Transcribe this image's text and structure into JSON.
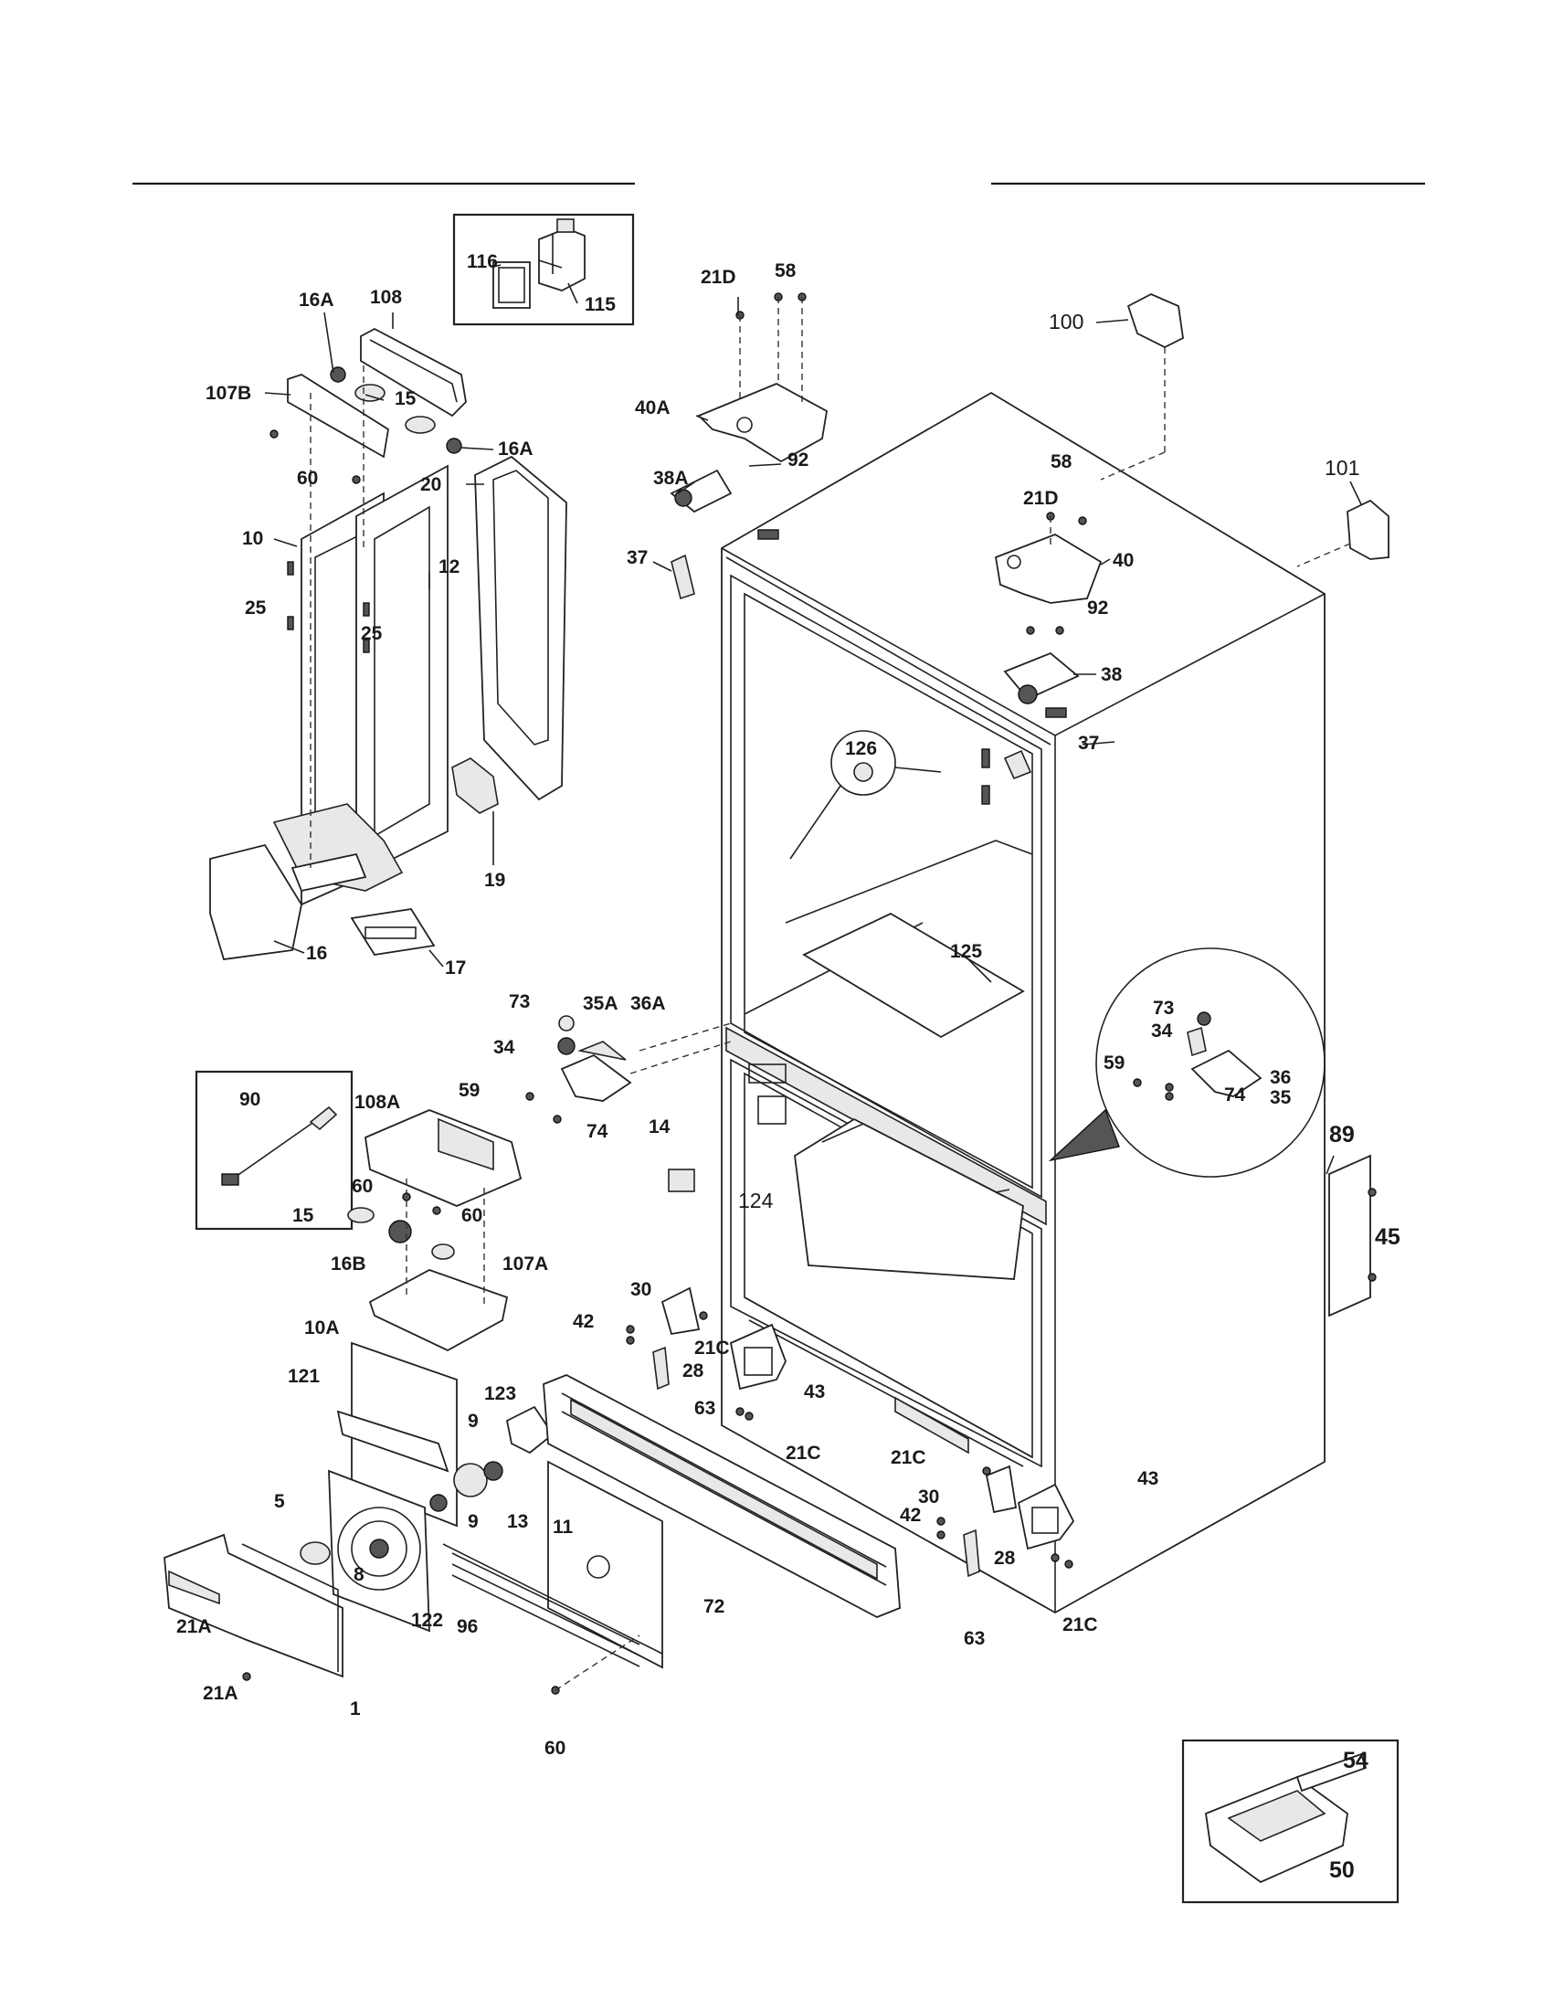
{
  "labels": {
    "l116": "116",
    "l115": "115",
    "l108": "108",
    "l16A_top": "16A",
    "l107B": "107B",
    "l15_top": "15",
    "l16A_mid": "16A",
    "l60_top": "60",
    "l20": "20",
    "l10": "10",
    "l12": "12",
    "l25_a": "25",
    "l25_b": "25",
    "l19": "19",
    "l16": "16",
    "l17": "17",
    "l21D_top": "21D",
    "l58_top": "58",
    "l40A": "40A",
    "l92_top": "92",
    "l38A": "38A",
    "l37_left": "37",
    "l100": "100",
    "l101": "101",
    "l58_right": "58",
    "l21D_right": "21D",
    "l40": "40",
    "l92_right": "92",
    "l38": "38",
    "l37_right": "37",
    "l126": "126",
    "l125": "125",
    "l90": "90",
    "l73_left": "73",
    "l35A": "35A",
    "l36A": "36A",
    "l34_left": "34",
    "l59_left": "59",
    "l74_left": "74",
    "l73_right": "73",
    "l34_right": "34",
    "l59_right": "59",
    "l36": "36",
    "l35": "35",
    "l74_right": "74",
    "l108A": "108A",
    "l60_a": "60",
    "l15_mid": "15",
    "l60_b": "60",
    "l16B": "16B",
    "l107A": "107A",
    "l14": "14",
    "l89": "89",
    "l45": "45",
    "l124": "124",
    "l30_left": "30",
    "l42_left": "42",
    "l21C_a": "21C",
    "l28_left": "28",
    "l43_left": "43",
    "l63_left": "63",
    "l21C_b": "21C",
    "l10A": "10A",
    "l121": "121",
    "l123": "123",
    "l9_a": "9",
    "l9_b": "9",
    "l13": "13",
    "l5": "5",
    "l11": "11",
    "l8": "8",
    "l21A_a": "21A",
    "l122": "122",
    "l96": "96",
    "l21A_b": "21A",
    "l1": "1",
    "l60_bottom": "60",
    "l72": "72",
    "l21C_c": "21C",
    "l42_right": "42",
    "l30_right": "30",
    "l43_right": "43",
    "l28_right": "28",
    "l63_right": "63",
    "l21C_d": "21C",
    "l54": "54",
    "l50": "50"
  }
}
